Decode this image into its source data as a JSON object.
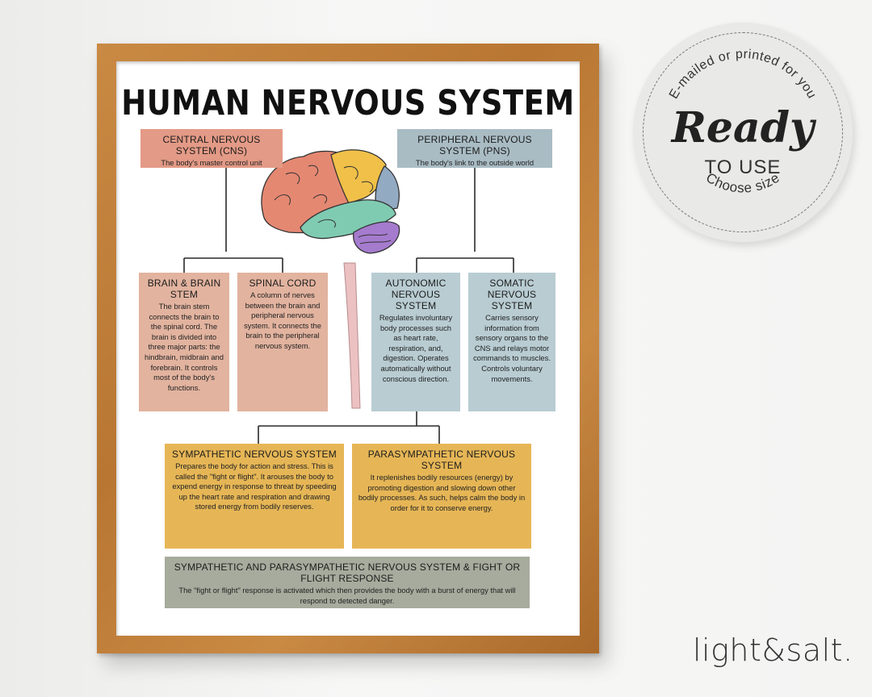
{
  "poster": {
    "title": "HUMAN NERVOUS SYSTEM",
    "cns": {
      "heading": "CENTRAL NERVOUS SYSTEM (CNS)",
      "desc": "The body's master control unit"
    },
    "pns": {
      "heading": "PERIPHERAL NERVOUS SYSTEM (PNS)",
      "desc": "The body's link to the outside world"
    },
    "brainstem": {
      "heading": "BRAIN & BRAIN STEM",
      "desc": "The brain stem connects the brain to the spinal cord. The brain is divided into three major parts: the hindbrain, midbrain and forebrain. It controls most of the body's functions."
    },
    "spinal": {
      "heading": "SPINAL CORD",
      "desc": "A column of nerves between the brain and peripheral nervous system. It connects the brain to the peripheral nervous system."
    },
    "autonomic": {
      "heading": "AUTONOMIC NERVOUS SYSTEM",
      "desc": "Regulates involuntary body processes such as heart rate, respiration, and, digestion. Operates automatically without conscious direction."
    },
    "somatic": {
      "heading": "SOMATIC NERVOUS SYSTEM",
      "desc": "Carries sensory information from sensory organs to the CNS and relays motor commands to muscles. Controls voluntary movements."
    },
    "sympathetic": {
      "heading": "SYMPATHETIC NERVOUS SYSTEM",
      "desc": "Prepares the body for action and stress. This is called the \"fight or flight\". It arouses the body to expend energy in response to threat by speeding up the heart rate and respiration and drawing stored energy from bodily reserves."
    },
    "parasympathetic": {
      "heading": "PARASYMPATHETIC NERVOUS SYSTEM",
      "desc": "It replenishes bodily resources (energy) by promoting digestion and slowing down other bodily processes. As such, helps calm the body in order for it to conserve energy."
    },
    "fight": {
      "heading": "SYMPATHETIC AND PARASYMPATHETIC NERVOUS SYSTEM & FIGHT OR FLIGHT RESPONSE",
      "desc": "The \"fight or flight\" response is activated which then provides the body with a burst of energy that will respond to detected danger."
    }
  },
  "badge": {
    "top_text": "E-mailed or printed for you",
    "ready": "Ready",
    "to_use": "TO USE",
    "bottom_text": "Choose size"
  },
  "brand": "light&salt."
}
